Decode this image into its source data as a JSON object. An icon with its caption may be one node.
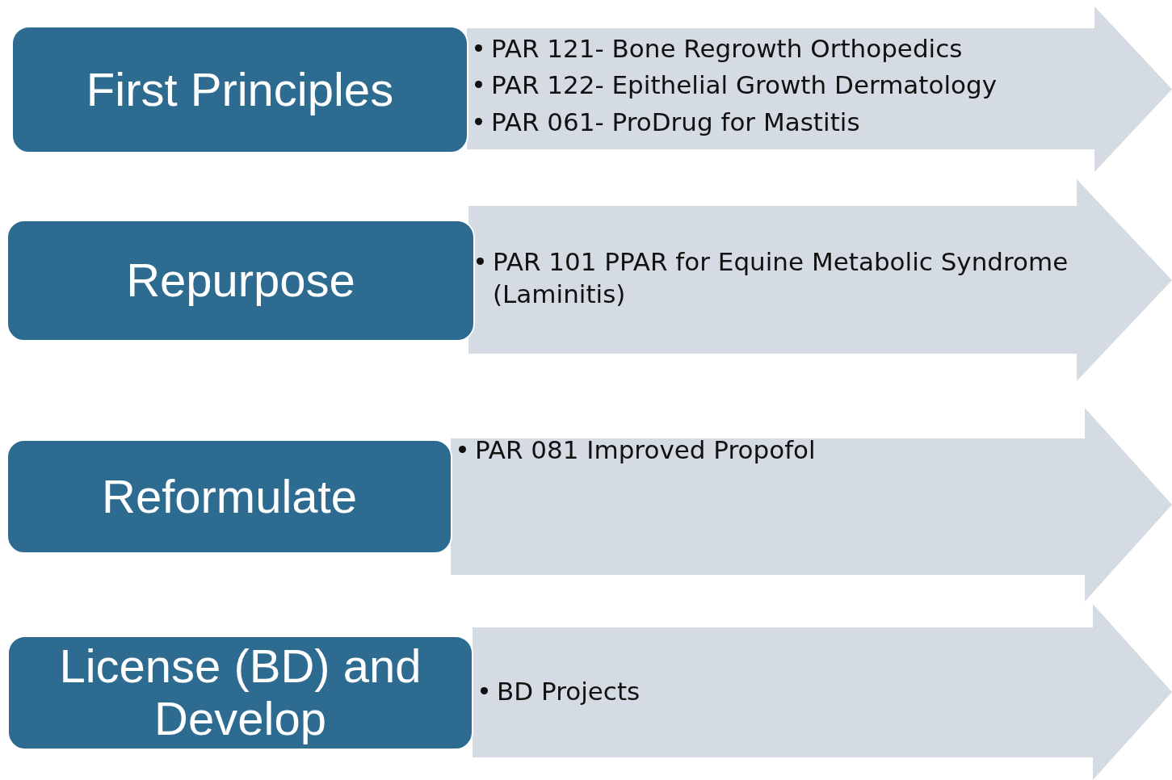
{
  "diagram": {
    "nodes": [
      {
        "text": [
          "First Principles"
        ]
      },
      {
        "text": [
          "PAR 121- Bone Regrowth Orthopedics",
          "PAR 122- Epithelial Growth Dermatology",
          "PAR 061- ProDrug for Mastitis"
        ]
      },
      {
        "text": [
          "Repurpose"
        ]
      },
      {
        "text": [
          "PAR 101 PPAR for Equine Metabolic Syndrome (Laminitis)"
        ]
      },
      {
        "text": [
          "Reformulate"
        ]
      },
      {
        "text": [
          "PAR 081 Improved Propofol"
        ]
      },
      {
        "text": [
          "License (BD) and Develop"
        ]
      },
      {
        "text": [
          "BD Projects"
        ]
      }
    ],
    "edges": []
  }
}
